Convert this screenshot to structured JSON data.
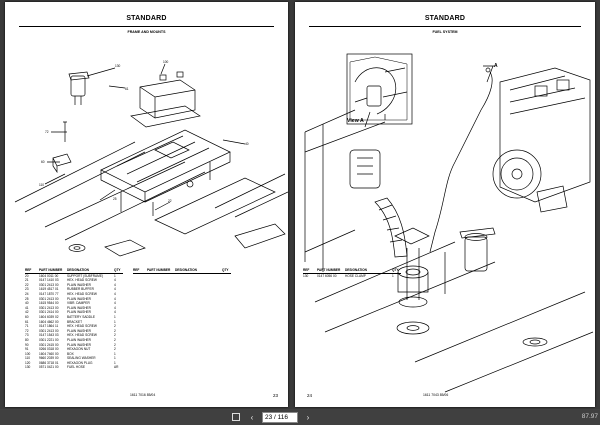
{
  "left_page": {
    "title": "STANDARD",
    "subtitle": "FRAME AND MOUNTS",
    "columns": [
      "REF",
      "PART NUMBER",
      "DESIGNATION",
      "QTY"
    ],
    "rows": [
      [
        "20",
        "1604 0011 00",
        "SUPPORT (SUBFRAME)",
        "1"
      ],
      [
        "21",
        "0147 1410 03",
        "HEX. HEAD SCREW",
        "4"
      ],
      [
        "22",
        "0301 2413 00",
        "PLAIN WASHER",
        "4"
      ],
      [
        "23",
        "1619 4517 01",
        "RUBBER BUFFER",
        "4"
      ],
      [
        "24",
        "0147 1870 77",
        "HEX. HEAD SCREW",
        "4"
      ],
      [
        "25",
        "0301 2413 00",
        "PLAIN WASHER",
        "4"
      ],
      [
        "40",
        "1615 9544 00",
        "VIBR. DAMPER",
        "4"
      ],
      [
        "41",
        "0301 2413 00",
        "PLAIN WASHER",
        "4"
      ],
      [
        "42",
        "0301 2414 00",
        "PLAIN WASHER",
        "4"
      ],
      [
        "60",
        "1604 6039 02",
        "BATTERY SADDLE",
        "1"
      ],
      [
        "61",
        "1604 4662 00",
        "BRACKET",
        "1"
      ],
      [
        "71",
        "0147 1864 11",
        "HEX. HEAD SCREW",
        "2"
      ],
      [
        "72",
        "0301 2413 00",
        "PLAIN WASHER",
        "2"
      ],
      [
        "73",
        "0147 1543 03",
        "HEX. HEAD SCREW",
        "2"
      ],
      [
        "80",
        "0301 2221 00",
        "PLAIN WASHER",
        "2"
      ],
      [
        "90",
        "0301 2415 00",
        "PLAIN WASHER",
        "2"
      ],
      [
        "91",
        "0266 0318 00",
        "HEXAGON NUT",
        "2"
      ],
      [
        "100",
        "1604 7460 00",
        "BOX",
        "1"
      ],
      [
        "110",
        "9660 2039 00",
        "SEALING WASHER",
        "1"
      ],
      [
        "120",
        "0686 3718 01",
        "HEXAGON PLUG",
        "1"
      ],
      [
        "130",
        "0571 0421 00",
        "FUEL HOSE",
        "AR"
      ]
    ],
    "footer_code": "1611 7016 85/04",
    "page_number": "23"
  },
  "right_page": {
    "title": "STANDARD",
    "subtitle": "FUEL SYSTEM",
    "columns": [
      "REF",
      "PART NUMBER",
      "DESIGNATION",
      "QTY"
    ],
    "rows": [
      [
        "130",
        "0147 6056 00",
        "HOSE CLAMP",
        "1"
      ]
    ],
    "view_label": "View A",
    "callout_a": "A",
    "footer_code": "1611 7043 85/06",
    "page_number": "24"
  },
  "toolbar": {
    "prev_label": "‹",
    "next_label": "›",
    "current_page": "23 / 116",
    "first_icon": "fit-page-icon",
    "zoom": "87.97"
  }
}
